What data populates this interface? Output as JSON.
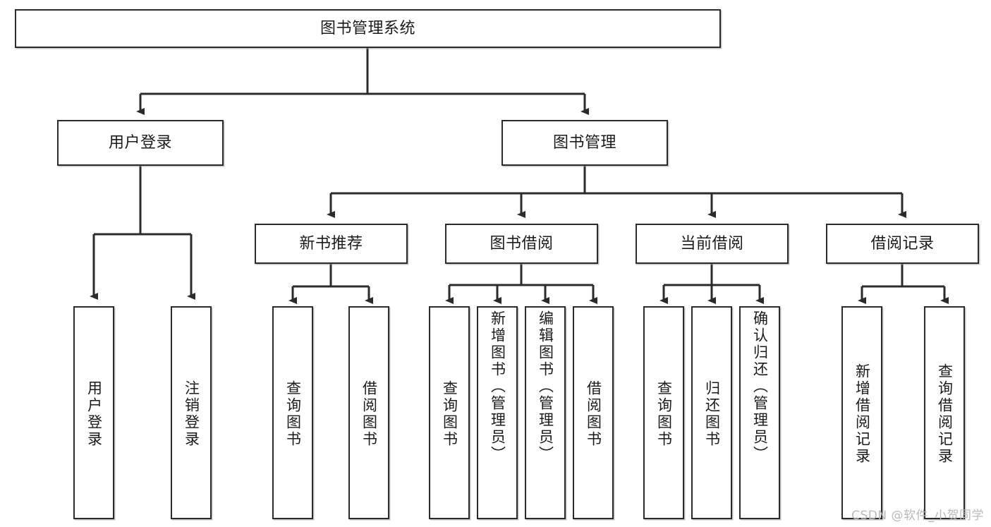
{
  "diagram": {
    "type": "tree-hierarchy-chart",
    "title": "图书管理系统",
    "line_color": "#2b2b2b",
    "box_fill": "#ffffff",
    "nodes": {
      "root": {
        "label": "图书管理系统",
        "orientation": "horizontal",
        "level": 0
      },
      "l1": [
        {
          "id": "user-login",
          "label": "用户登录",
          "orientation": "horizontal"
        },
        {
          "id": "book-manage",
          "label": "图书管理",
          "orientation": "horizontal"
        }
      ],
      "l2": [
        {
          "id": "new-book-recommend",
          "label": "新书推荐",
          "orientation": "horizontal",
          "parent": "book-manage"
        },
        {
          "id": "book-borrow",
          "label": "图书借阅",
          "orientation": "horizontal",
          "parent": "book-manage"
        },
        {
          "id": "current-borrow",
          "label": "当前借阅",
          "orientation": "horizontal",
          "parent": "book-manage"
        },
        {
          "id": "borrow-record",
          "label": "借阅记录",
          "orientation": "horizontal",
          "parent": "book-manage"
        }
      ],
      "leaves": [
        {
          "id": "leaf-user-login",
          "label": "用户登录",
          "parent": "user-login",
          "orientation": "vertical"
        },
        {
          "id": "leaf-user-logout",
          "label": "注销登录",
          "parent": "user-login",
          "orientation": "vertical"
        },
        {
          "id": "leaf-query-book-1",
          "label": "查询图书",
          "parent": "new-book-recommend",
          "orientation": "vertical"
        },
        {
          "id": "leaf-borrow-book-1",
          "label": "借阅图书",
          "parent": "new-book-recommend",
          "orientation": "vertical"
        },
        {
          "id": "leaf-query-book-2",
          "label": "查询图书",
          "parent": "book-borrow",
          "orientation": "vertical"
        },
        {
          "id": "leaf-add-book",
          "label": "新增图书（管理员）",
          "parent": "book-borrow",
          "orientation": "vertical"
        },
        {
          "id": "leaf-edit-book",
          "label": "编辑图书（管理员）",
          "parent": "book-borrow",
          "orientation": "vertical"
        },
        {
          "id": "leaf-borrow-book-2",
          "label": "借阅图书",
          "parent": "book-borrow",
          "orientation": "vertical"
        },
        {
          "id": "leaf-query-book-3",
          "label": "查询图书",
          "parent": "current-borrow",
          "orientation": "vertical"
        },
        {
          "id": "leaf-return-book",
          "label": "归还图书",
          "parent": "current-borrow",
          "orientation": "vertical"
        },
        {
          "id": "leaf-confirm-return",
          "label": "确认归还（管理员）",
          "parent": "current-borrow",
          "orientation": "vertical"
        },
        {
          "id": "leaf-add-record",
          "label": "新增借阅记录",
          "parent": "borrow-record",
          "orientation": "vertical"
        },
        {
          "id": "leaf-query-record",
          "label": "查询借阅记录",
          "parent": "borrow-record",
          "orientation": "vertical"
        }
      ]
    }
  },
  "watermark": {
    "text": "CSDN @软件_小贺同学"
  }
}
